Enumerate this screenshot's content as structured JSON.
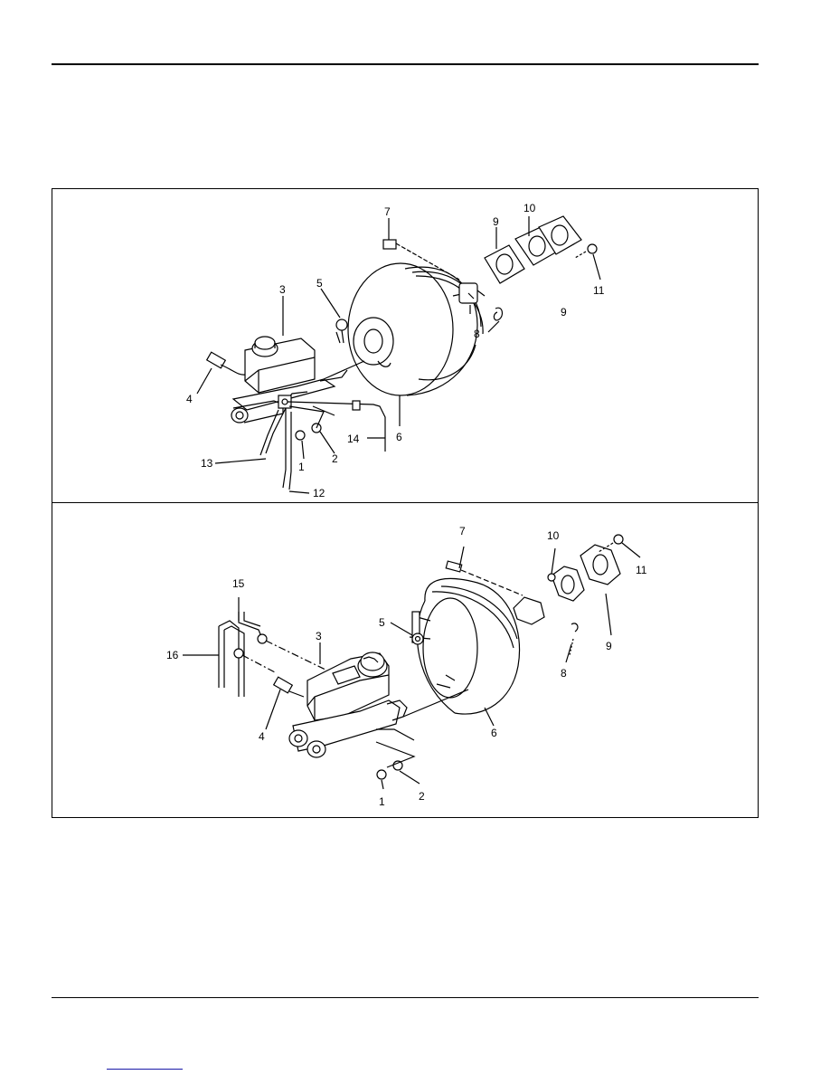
{
  "figure": {
    "upper_panel": {
      "callouts": [
        "7",
        "9",
        "10",
        "11",
        "9",
        "3",
        "5",
        "8",
        "4",
        "6",
        "14",
        "2",
        "1",
        "13",
        "12"
      ]
    },
    "lower_panel": {
      "callouts": [
        "7",
        "10",
        "11",
        "15",
        "3",
        "5",
        "9",
        "16",
        "8",
        "4",
        "6",
        "2",
        "1"
      ]
    }
  }
}
